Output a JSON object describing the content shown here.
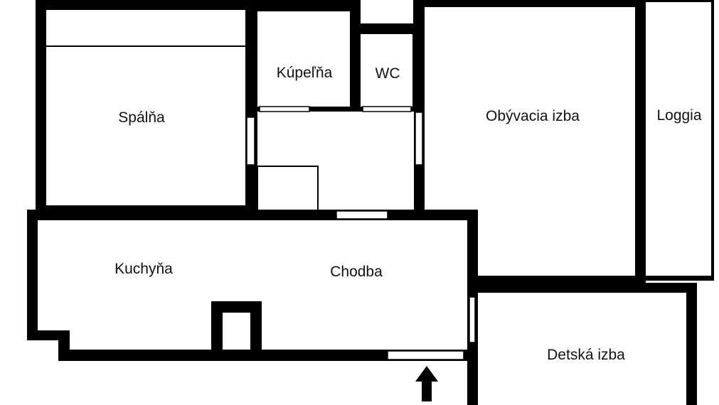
{
  "plan": {
    "rooms": {
      "bedroom": "Spálňa",
      "bathroom": "Kúpeľňa",
      "wc": "WC",
      "living_room": "Obývacia izba",
      "loggia": "Loggia",
      "kitchen": "Kuchyňa",
      "hallway": "Chodba",
      "kids_room": "Detská izba"
    },
    "entrance_icon": "arrow-up-icon",
    "colors": {
      "wall": "#000000",
      "floor": "#ffffff"
    }
  }
}
